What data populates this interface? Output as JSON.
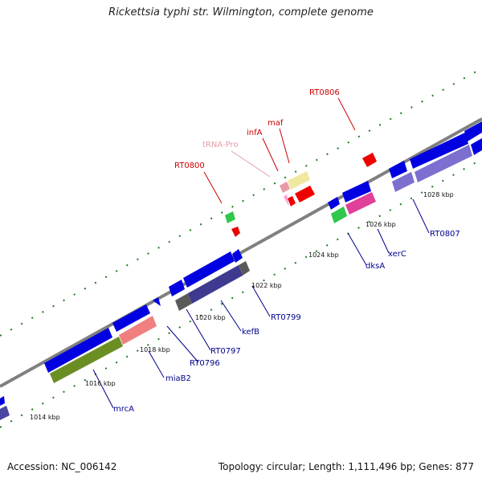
{
  "title": "Rickettsia typhi str. Wilmington, complete genome",
  "footer": {
    "accession": "Accession: NC_006142",
    "topology": "Topology: circular; Length: 1,111,496 bp; Genes: 877"
  },
  "colors": {
    "backbone": "#808080",
    "forward_cds": "#0000e0",
    "reverse_cds": "#6f63c8",
    "trna": "#e89aa8",
    "rna_gene": "#2fc84a",
    "misc": "#f0e8a0",
    "ruler_tick": "#1f7a1f",
    "gene_label": "#00008b",
    "other_label": "#cc0000"
  },
  "scale_labels": [
    "1014 kbp",
    "1016 kbp",
    "1018 kbp",
    "1020 kbp",
    "1022 kbp",
    "1024 kbp",
    "1026 kbp",
    "1028 kbp"
  ],
  "gene_labels": {
    "mrcA": "mrcA",
    "miaB2": "miaB2",
    "RT0796": "RT0796",
    "RT0797": "RT0797",
    "kefB": "kefB",
    "RT0799": "RT0799",
    "dksA": "dksA",
    "xerC": "xerC",
    "RT0807": "RT0807"
  },
  "feature_labels": {
    "RT0800": "RT0800",
    "tRNA_Pro": "tRNA-Pro",
    "infA": "infA",
    "maf": "maf",
    "RT0806": "RT0806"
  }
}
